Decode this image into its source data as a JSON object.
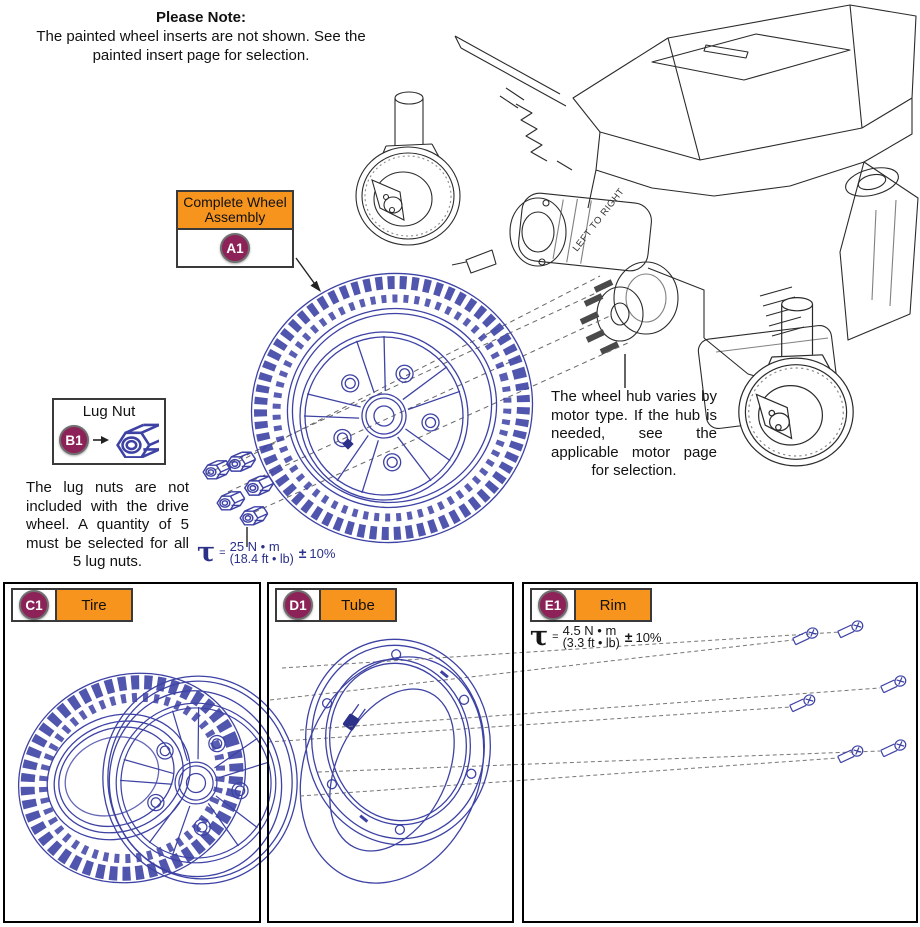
{
  "note": {
    "title": "Please Note:",
    "line1": "The painted wheel inserts are not shown. See the",
    "line2": "painted insert page for selection."
  },
  "callouts": {
    "complete_wheel": {
      "badge": "A1",
      "label_line1": "Complete Wheel",
      "label_line2": "Assembly"
    },
    "lug_nut": {
      "badge": "B1",
      "label": "Lug Nut"
    }
  },
  "lug_note": "The lug nuts are not included with the drive wheel. A quantity of 5 must be selected for all 5 lug nuts.",
  "hub_note": "The wheel hub varies by motor type. If the hub is needed, see the applicable motor page for selection.",
  "torques": {
    "wheel": {
      "symbol": "τ",
      "equals": "=",
      "metric": "25 N • m",
      "imperial": "(18.4 ft • lb)",
      "plus_minus": "±",
      "tolerance": "10%"
    },
    "rim": {
      "symbol": "τ",
      "equals": "=",
      "metric": "4.5 N • m",
      "imperial": "(3.3 ft • lb)",
      "plus_minus": "±",
      "tolerance": "10%"
    }
  },
  "panels": [
    {
      "badge": "C1",
      "label": "Tire"
    },
    {
      "badge": "D1",
      "label": "Tube"
    },
    {
      "badge": "E1",
      "label": "Rim"
    }
  ],
  "chair": {
    "motor_label": "LEFT TO RIGHT"
  },
  "colors": {
    "accent_orange": "#F7941E",
    "badge_magenta": "#8C2257",
    "line_blue": "#3D42A4",
    "torque_navy": "#2B3088"
  }
}
